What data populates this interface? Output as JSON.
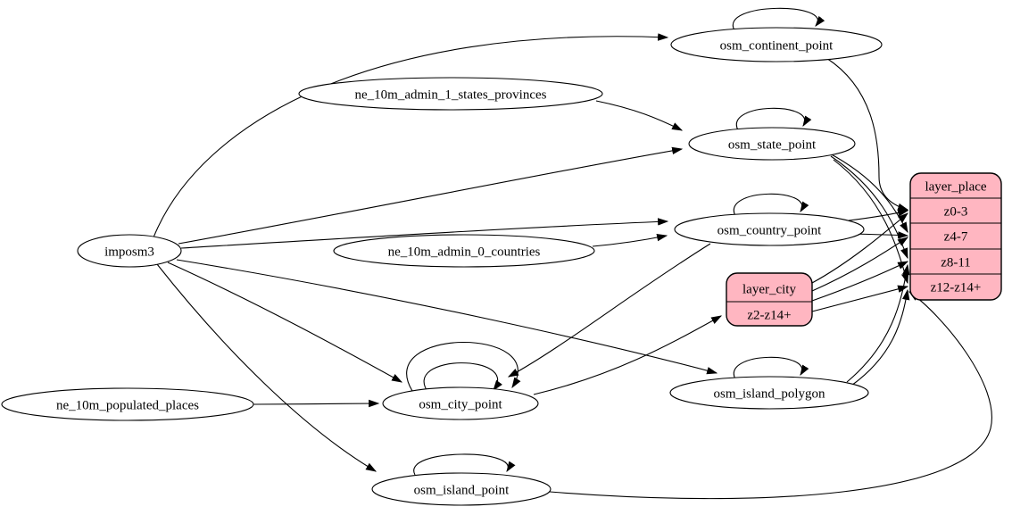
{
  "diagram_type": "etl-dependency-graph",
  "colors": {
    "background": "#ffffff",
    "table_node_fill": "#ffffff",
    "layer_record_fill": "#ffb6c1",
    "stroke": "#000000"
  },
  "nodes": {
    "imposm3": {
      "label": "imposm3"
    },
    "ne_10m_admin_1_states_provinces": {
      "label": "ne_10m_admin_1_states_provinces"
    },
    "ne_10m_admin_0_countries": {
      "label": "ne_10m_admin_0_countries"
    },
    "ne_10m_populated_places": {
      "label": "ne_10m_populated_places"
    },
    "osm_continent_point": {
      "label": "osm_continent_point"
    },
    "osm_state_point": {
      "label": "osm_state_point"
    },
    "osm_country_point": {
      "label": "osm_country_point"
    },
    "osm_island_polygon": {
      "label": "osm_island_polygon"
    },
    "osm_city_point": {
      "label": "osm_city_point"
    },
    "osm_island_point": {
      "label": "osm_island_point"
    },
    "layer_city": {
      "title": "layer_city",
      "rows": [
        "z2-z14+"
      ]
    },
    "layer_place": {
      "title": "layer_place",
      "rows": [
        "z0-3",
        "z4-7",
        "z8-11",
        "z12-z14+"
      ]
    }
  },
  "edges": [
    {
      "from": "imposm3",
      "to": "osm_continent_point"
    },
    {
      "from": "imposm3",
      "to": "osm_state_point"
    },
    {
      "from": "imposm3",
      "to": "osm_country_point"
    },
    {
      "from": "imposm3",
      "to": "osm_island_polygon"
    },
    {
      "from": "imposm3",
      "to": "osm_city_point"
    },
    {
      "from": "imposm3",
      "to": "osm_island_point"
    },
    {
      "from": "ne_10m_admin_1_states_provinces",
      "to": "osm_state_point"
    },
    {
      "from": "ne_10m_admin_0_countries",
      "to": "osm_country_point"
    },
    {
      "from": "ne_10m_populated_places",
      "to": "osm_city_point"
    },
    {
      "from": "osm_continent_point",
      "to": "osm_continent_point"
    },
    {
      "from": "osm_state_point",
      "to": "osm_state_point"
    },
    {
      "from": "osm_country_point",
      "to": "osm_country_point"
    },
    {
      "from": "osm_island_polygon",
      "to": "osm_island_polygon"
    },
    {
      "from": "osm_city_point",
      "to": "osm_city_point"
    },
    {
      "from": "osm_city_point",
      "to": "osm_city_point"
    },
    {
      "from": "osm_island_point",
      "to": "osm_island_point"
    },
    {
      "from": "osm_country_point",
      "to": "osm_city_point"
    },
    {
      "from": "osm_city_point",
      "to": "layer_city:z2-z14+"
    },
    {
      "from": "osm_continent_point",
      "to": "layer_place:z0-3"
    },
    {
      "from": "osm_country_point",
      "to": "layer_place:z0-3"
    },
    {
      "from": "osm_country_point",
      "to": "layer_place:z4-7"
    },
    {
      "from": "osm_state_point",
      "to": "layer_place:z4-7"
    },
    {
      "from": "osm_state_point",
      "to": "layer_place:z8-11"
    },
    {
      "from": "osm_state_point",
      "to": "layer_place:z12-z14+"
    },
    {
      "from": "osm_island_polygon",
      "to": "layer_place:z8-11"
    },
    {
      "from": "osm_island_polygon",
      "to": "layer_place:z12-z14+"
    },
    {
      "from": "osm_island_point",
      "to": "layer_place:z12-z14+"
    },
    {
      "from": "layer_city",
      "to": "layer_place:z0-3"
    },
    {
      "from": "layer_city",
      "to": "layer_place:z4-7"
    },
    {
      "from": "layer_city",
      "to": "layer_place:z8-11"
    },
    {
      "from": "layer_city",
      "to": "layer_place:z12-z14+"
    }
  ]
}
